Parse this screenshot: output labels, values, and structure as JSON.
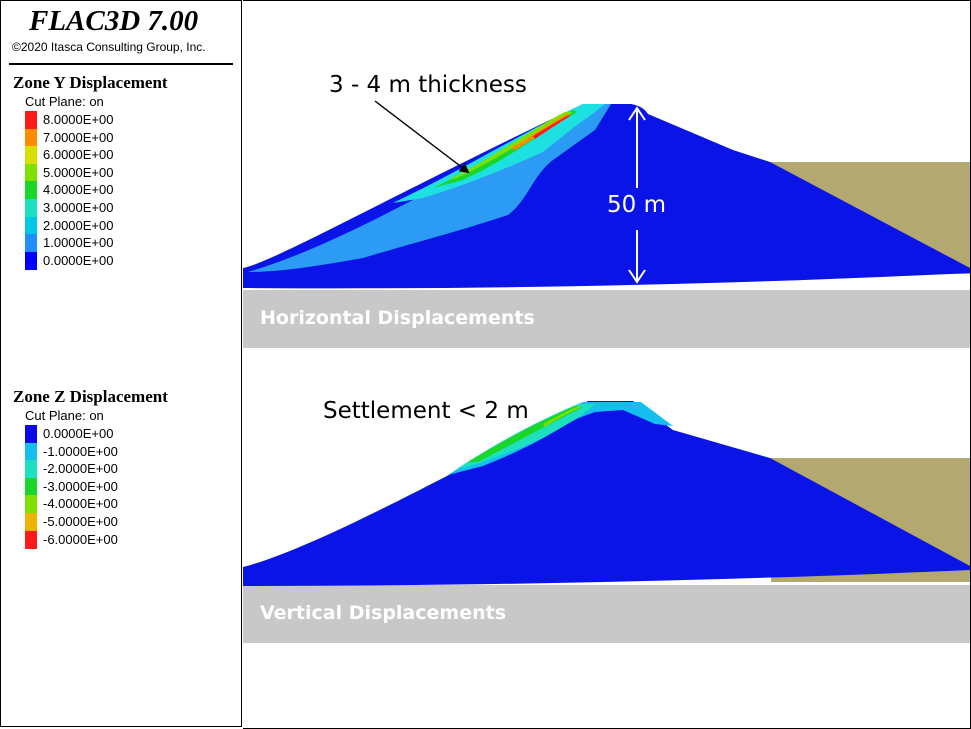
{
  "header": {
    "app_title": "FLAC3D 7.00",
    "copyright": "©2020 Itasca Consulting Group, Inc."
  },
  "legend_y": {
    "title": "Zone Y Displacement",
    "cut_plane": "Cut Plane: on",
    "items": [
      {
        "label": "8.0000E+00",
        "color": "#ff1a1a"
      },
      {
        "label": "7.0000E+00",
        "color": "#ff8c00"
      },
      {
        "label": "6.0000E+00",
        "color": "#d9e000"
      },
      {
        "label": "5.0000E+00",
        "color": "#7fe000"
      },
      {
        "label": "4.0000E+00",
        "color": "#19d629"
      },
      {
        "label": "3.0000E+00",
        "color": "#1de0c0"
      },
      {
        "label": "2.0000E+00",
        "color": "#00c8e6"
      },
      {
        "label": "1.0000E+00",
        "color": "#1f8fff"
      },
      {
        "label": "0.0000E+00",
        "color": "#0000ff"
      }
    ]
  },
  "legend_z": {
    "title": "Zone Z Displacement",
    "cut_plane": "Cut Plane: on",
    "items": [
      {
        "label": "0.0000E+00",
        "color": "#0a0ae6"
      },
      {
        "label": "-1.0000E+00",
        "color": "#14bff0"
      },
      {
        "label": "-2.0000E+00",
        "color": "#1de0c0"
      },
      {
        "label": "-3.0000E+00",
        "color": "#19d629"
      },
      {
        "label": "-4.0000E+00",
        "color": "#7fe000"
      },
      {
        "label": "-5.0000E+00",
        "color": "#f0b400"
      },
      {
        "label": "-6.0000E+00",
        "color": "#ff1a1a"
      }
    ]
  },
  "top_panel": {
    "annotation": "3 - 4 m thickness",
    "height_label": "50 m",
    "caption": "Horizontal Displacements"
  },
  "bottom_panel": {
    "annotation": "Settlement < 2 m",
    "caption": "Vertical Displacements"
  },
  "colors": {
    "foundation": "#c8c8c8",
    "backfill": "#b2a870",
    "dump_base": "#0a14e6",
    "light_blue": "#2b9bf4",
    "cyan": "#1de0e0"
  }
}
